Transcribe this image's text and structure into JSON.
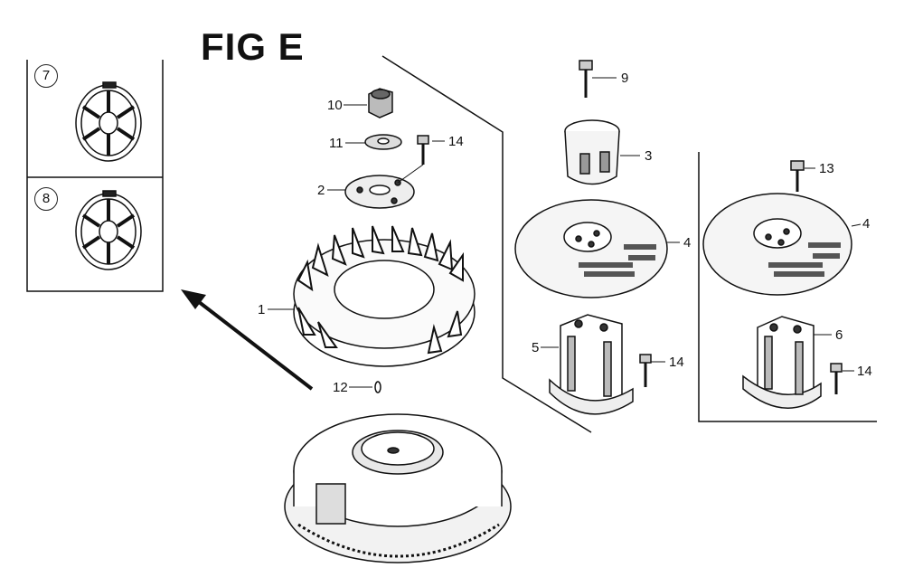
{
  "figure": {
    "title": "FIG E"
  },
  "callouts": {
    "c1": "1",
    "c2": "2",
    "c3": "3",
    "c4a": "4",
    "c4b": "4",
    "c5": "5",
    "c6": "6",
    "c7": "7",
    "c8": "8",
    "c9": "9",
    "c10": "10",
    "c11": "11",
    "c12": "12",
    "c13": "13",
    "c14a": "14",
    "c14b": "14",
    "c14c": "14"
  }
}
